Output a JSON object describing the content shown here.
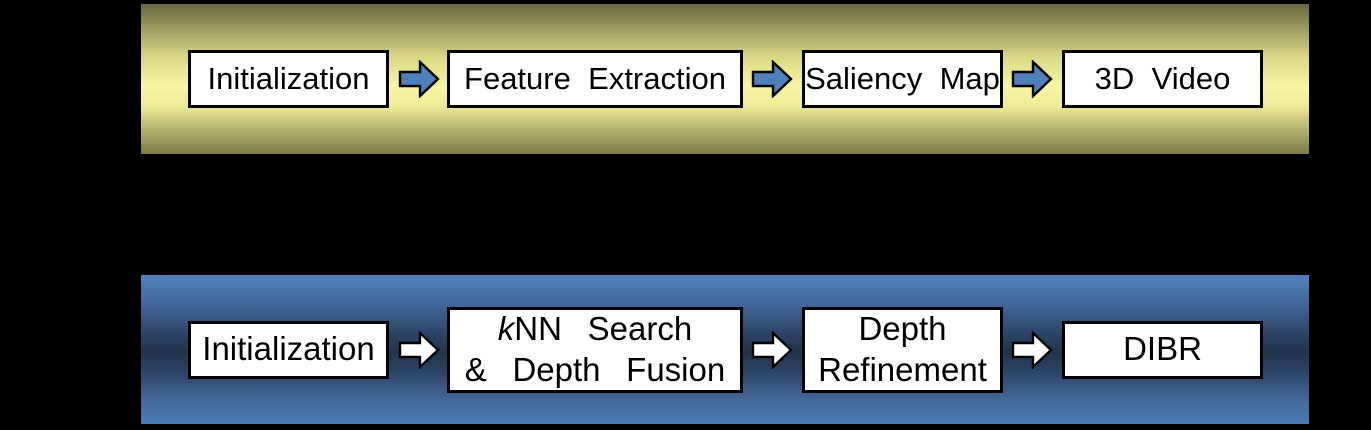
{
  "figure": {
    "background_color": "#000000",
    "flows": [
      {
        "id": "saliency-based-3d-conversion-pipeline",
        "band_edge_color": "#6a6841",
        "band_center_color": "#faf7a2",
        "arrow_color": "#4e80bc",
        "arrow_icon": "right-block-arrow",
        "steps": [
          {
            "lines": [
              "Initialization"
            ]
          },
          {
            "lines": [
              "Feature Extraction"
            ]
          },
          {
            "lines": [
              "Saliency Map"
            ]
          },
          {
            "lines": [
              "3D Video"
            ]
          }
        ]
      },
      {
        "id": "depth-estimation-dibr-pipeline",
        "band_edge_color": "#4f80bb",
        "band_center_color": "#20334b",
        "arrow_color": "#ffffff",
        "arrow_icon": "right-block-arrow",
        "steps": [
          {
            "lines": [
              "Initialization"
            ]
          },
          {
            "italic_prefix": "k",
            "lines": [
              "NN Search",
              "& Depth Fusion"
            ]
          },
          {
            "lines": [
              "Depth",
              "Refinement"
            ]
          },
          {
            "lines": [
              "DIBR"
            ]
          }
        ]
      }
    ]
  }
}
